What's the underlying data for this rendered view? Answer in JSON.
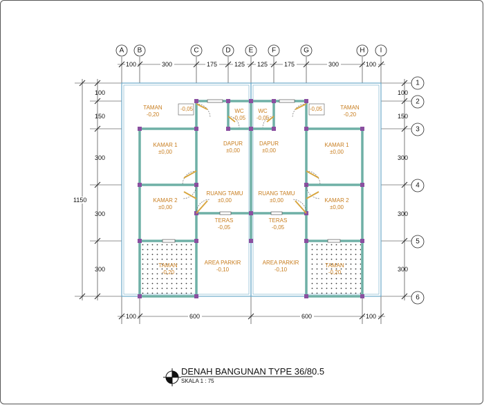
{
  "title": "DENAH BANGUNAN TYPE 36/80.5",
  "scale": "SKALA 1 : 75",
  "grid_cols": [
    "A",
    "B",
    "C",
    "D",
    "E",
    "F",
    "G",
    "H",
    "I"
  ],
  "grid_rows": [
    "1",
    "2",
    "3",
    "4",
    "5",
    "6"
  ],
  "dims_top": [
    "100",
    "300",
    "175",
    "125",
    "125",
    "175",
    "300",
    "100"
  ],
  "dims_bottom": [
    "100",
    "600",
    "600",
    "100"
  ],
  "dims_left": [
    "100",
    "150",
    "300",
    "300",
    "300"
  ],
  "dims_left_total": "1150",
  "dims_right": [
    "100",
    "150",
    "300",
    "300",
    "300"
  ],
  "rooms": {
    "taman_l_name": "TAMAN",
    "taman_l_lvl": "-0,20",
    "taman_r_name": "TAMAN",
    "taman_r_lvl": "-0,20",
    "door_l_lvl": "-0,05",
    "door_r_lvl": "-0,05",
    "wc_l_name": "WC",
    "wc_l_lvl": "-0,05",
    "wc_r_name": "WC",
    "wc_r_lvl": "-0,05",
    "dapur_l_name": "DAPUR",
    "dapur_l_lvl": "±0,00",
    "dapur_r_name": "DAPUR",
    "dapur_r_lvl": "±0,00",
    "kamar1_l_name": "KAMAR 1",
    "kamar1_l_lvl": "±0,00",
    "kamar1_r_name": "KAMAR 1",
    "kamar1_r_lvl": "±0,00",
    "ruang_l_name": "RUANG TAMU",
    "ruang_l_lvl": "±0,00",
    "ruang_r_name": "RUANG TAMU",
    "ruang_r_lvl": "±0,00",
    "kamar2_l_name": "KAMAR 2",
    "kamar2_l_lvl": "±0,00",
    "kamar2_r_name": "KAMAR 2",
    "kamar2_r_lvl": "±0,00",
    "teras_l_name": "TERAS",
    "teras_l_lvl": "-0,05",
    "teras_r_name": "TERAS",
    "teras_r_lvl": "-0,05",
    "taman2_l_name": "TAMAN",
    "taman2_l_lvl": "-0,20",
    "taman2_r_name": "TAMAN",
    "taman2_r_lvl": "-0,20",
    "parkir_l_name": "AREA PARKIR",
    "parkir_l_lvl": "-0,10",
    "parkir_r_name": "AREA PARKIR",
    "parkir_r_lvl": "-0,10"
  },
  "colors": {
    "wall": "#6fb0a6",
    "label": "#c87d1e",
    "outline": "#6aa8c8",
    "column": "#8a4fa0",
    "door": "#d8a640"
  }
}
